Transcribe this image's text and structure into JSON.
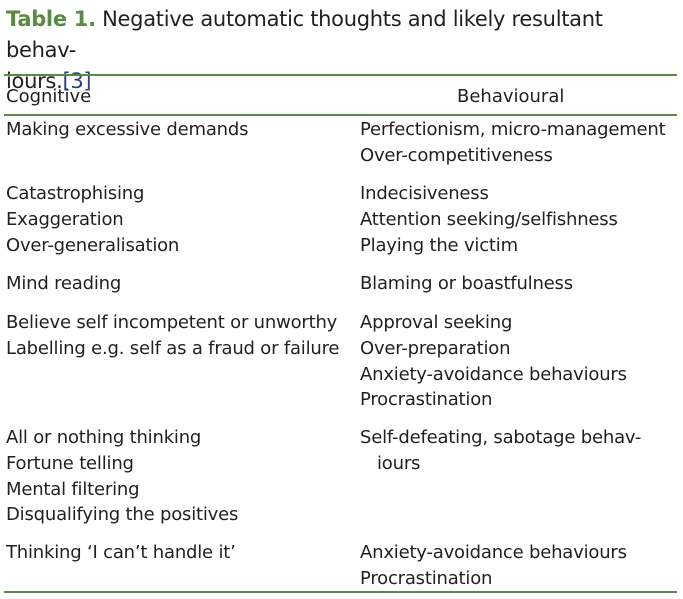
{
  "caption": {
    "label": "Table 1.",
    "text_line1": " Negative automatic thoughts and likely resultant behav-",
    "text_line2": "iours.",
    "ref": "[3]"
  },
  "header": {
    "cognitive": "Cognitive",
    "behavioural": "Behavioural"
  },
  "rows": [
    {
      "cognitive": [
        "Making excessive demands"
      ],
      "behavioural": [
        "Perfectionism, micro-management",
        "Over-competitiveness"
      ]
    },
    {
      "cognitive": [
        "Catastrophising",
        "Exaggeration",
        "Over-generalisation"
      ],
      "behavioural": [
        "Indecisiveness",
        "Attention seeking/selfishness",
        "Playing the victim"
      ]
    },
    {
      "cognitive": [
        "Mind reading"
      ],
      "behavioural": [
        "Blaming or boastfulness"
      ]
    },
    {
      "cognitive": [
        "Believe self incompetent or unworthy",
        "Labelling e.g. self as a fraud or failure"
      ],
      "behavioural": [
        "Approval seeking",
        "Over-preparation",
        "Anxiety-avoidance behaviours",
        "Procrastination"
      ]
    },
    {
      "cognitive": [
        "All or nothing thinking",
        "Fortune telling",
        "Mental filtering",
        "Disqualifying the positives"
      ],
      "behavioural": [
        "Self-defeating, sabotage behav-",
        "iours"
      ]
    },
    {
      "cognitive": [
        "Thinking ‘I can’t handle it’"
      ],
      "behavioural": [
        "Anxiety-avoidance behaviours",
        "Procrastination"
      ]
    }
  ],
  "colors": {
    "accent": "#5b8a45",
    "text": "#231f20",
    "ref_link": "#2a3f8a"
  }
}
